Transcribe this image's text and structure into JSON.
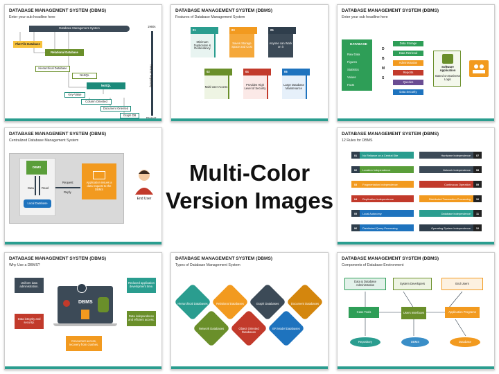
{
  "center": {
    "line1": "Multi-Color",
    "line2": "Version Images"
  },
  "colors": {
    "accent": "#2a9d8f",
    "dark": "#2f3e4c",
    "green": "#4caf50",
    "orange": "#f29a1f",
    "blue": "#1e73be",
    "red": "#d9362e",
    "purple": "#6a4c93"
  },
  "slides": {
    "s1": {
      "title": "DATABASE MANAGEMENT SYSTEM (DBMS)",
      "subtitle": "Enter your sub headline here",
      "top_bar": "Database Management System",
      "year_top": "1960s",
      "year_bottom": "Present",
      "axis": "Time of Popularity",
      "nodes": [
        "Flat File Database",
        "Relational Database",
        "Hierarchical Database",
        "NoSQL",
        "NoSQL",
        "Key-Value",
        "Column Oriented",
        "Document Oriented",
        "Graph DB"
      ]
    },
    "s2": {
      "title": "DATABASE MANAGEMENT SYSTEM (DBMS)",
      "subtitle": "Features of Database Management System",
      "items": [
        {
          "num": "01",
          "text": "Minimum Duplication & Redundancy"
        },
        {
          "num": "03",
          "text": "Saves Storage Space and Cost"
        },
        {
          "num": "05",
          "text": "Anyone can Work on it"
        },
        {
          "num": "02",
          "text": "Multi-user Access"
        },
        {
          "num": "04",
          "text": "Provides High Level of Security"
        },
        {
          "num": "06",
          "text": "Large Database Maintenance"
        }
      ]
    },
    "s3": {
      "title": "DATABASE MANAGEMENT SYSTEM (DBMS)",
      "subtitle": "Enter your sub headline here",
      "db_label": "DATABASE",
      "db_items": [
        "Raw Data",
        "Figures",
        "Statistics",
        "Values",
        "Facts"
      ],
      "dbms_letters": [
        "D",
        "B",
        "M",
        "S"
      ],
      "functions": [
        "Data Storage",
        "Data Retrieval",
        "Administration",
        "Reports",
        "Queries",
        "Data Security"
      ],
      "app_title": "Software Application",
      "app_sub": "Based on Business Logic"
    },
    "s4": {
      "title": "DATABASE MANAGEMENT SYSTEM (DBMS)",
      "subtitle": "Centralized Database Management System",
      "dbms": "DBMS",
      "data": "Data",
      "read": "Read",
      "request": "Request",
      "reply": "Reply",
      "local_db": "Local Database",
      "app_text": "Application issues a data request to the DBMS",
      "end_user": "End User"
    },
    "s5": {
      "title": "DATABASE MANAGEMENT SYSTEM (DBMS)",
      "subtitle": "12 Rules for DBMS",
      "left": [
        {
          "num": "01",
          "text": "No Reliance on a Central Site"
        },
        {
          "num": "02",
          "text": "Location Independence"
        },
        {
          "num": "03",
          "text": "Fragmentation Independence"
        },
        {
          "num": "04",
          "text": "Replication Independence"
        },
        {
          "num": "05",
          "text": "Local Autonomy"
        },
        {
          "num": "06",
          "text": "Distributed Query Processing"
        }
      ],
      "right": [
        {
          "num": "07",
          "text": "Hardware Independence"
        },
        {
          "num": "08",
          "text": "Network Independence"
        },
        {
          "num": "09",
          "text": "Continuous Operation"
        },
        {
          "num": "10",
          "text": "Distributed Transaction Processing"
        },
        {
          "num": "11",
          "text": "Database Independence"
        },
        {
          "num": "12",
          "text": "Operating System Independence"
        }
      ]
    },
    "s6": {
      "title": "DATABASE MANAGEMENT SYSTEM (DBMS)",
      "subtitle": "Why Use a DBMS?",
      "dbms": "DBMS",
      "callouts": [
        "Uniform data administration.",
        "Data integrity and security.",
        "Reduced application development time.",
        "Data independence and efficient access.",
        "Concurrent access, recovery from crashes."
      ]
    },
    "s7": {
      "title": "DATABASE MANAGEMENT SYSTEM (DBMS)",
      "subtitle": "Types of Database Management System",
      "types": [
        "Hierarchical Databases",
        "Relational Databases",
        "Graph Databases",
        "Document Databases",
        "Network Databases",
        "Object Oriented Databases",
        "ER Model Databases"
      ]
    },
    "s8": {
      "title": "DATABASE MANAGEMENT SYSTEM (DBMS)",
      "subtitle": "Components of Database Environment",
      "top": [
        "Data & Database Administration",
        "System Developers",
        "End Users"
      ],
      "mid": [
        "Case Tools",
        "Users Interfaces",
        "Application Programs"
      ],
      "bottom": [
        "Repository",
        "DBMS",
        "Database"
      ]
    }
  }
}
